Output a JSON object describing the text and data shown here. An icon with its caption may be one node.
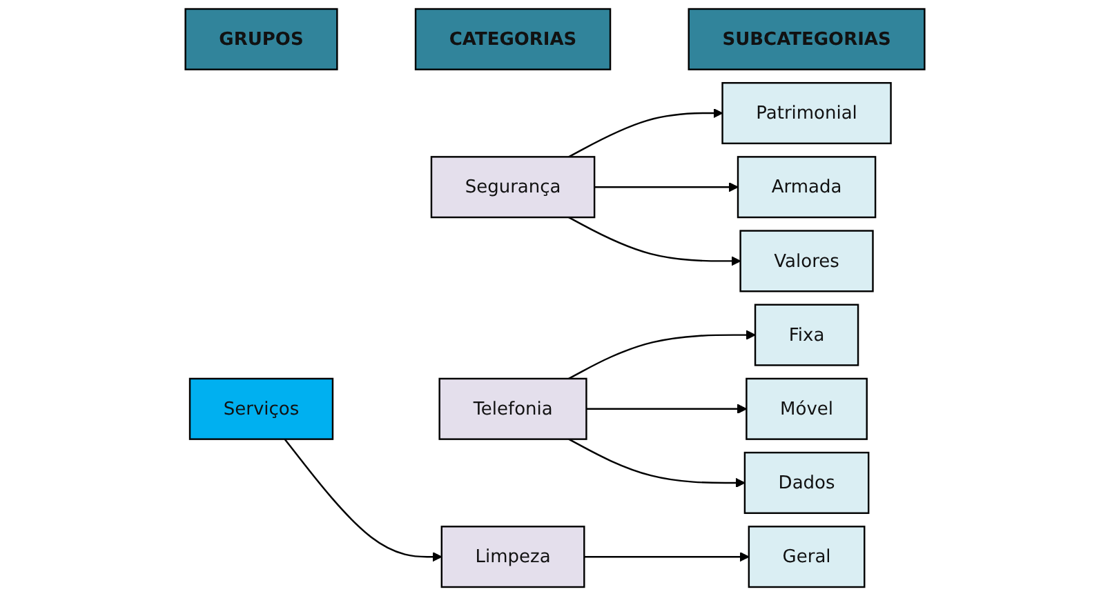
{
  "diagram": {
    "nodes": [
      {
        "text": [
          "GRUPOS"
        ]
      },
      {
        "text": [
          "CATEGORIAS"
        ]
      },
      {
        "text": [
          "SUBCATEGORIAS"
        ]
      },
      {
        "text": [
          "Serviços"
        ]
      },
      {
        "text": [
          "Limpeza"
        ]
      },
      {
        "text": [
          "Geral"
        ]
      },
      {
        "text": [
          "Patrimonial"
        ]
      },
      {
        "text": [
          "Segurança"
        ]
      },
      {
        "text": [
          "Armada"
        ]
      },
      {
        "text": [
          "Valores"
        ]
      },
      {
        "text": [
          "Fixa"
        ]
      },
      {
        "text": [
          "Telefonia"
        ]
      },
      {
        "text": [
          "Móvel"
        ]
      },
      {
        "text": [
          "Dados"
        ]
      }
    ],
    "edges": [
      {
        "from": 3,
        "to": 4,
        "arrow": "to"
      },
      {
        "from": 4,
        "to": 5,
        "arrow": "to"
      },
      {
        "from": 7,
        "to": 6,
        "arrow": "to"
      },
      {
        "from": 7,
        "to": 8,
        "arrow": "to"
      },
      {
        "from": 7,
        "to": 9,
        "arrow": "to"
      },
      {
        "from": 11,
        "to": 10,
        "arrow": "to"
      },
      {
        "from": 11,
        "to": 12,
        "arrow": "to"
      },
      {
        "from": 11,
        "to": 13,
        "arrow": "to"
      }
    ]
  }
}
